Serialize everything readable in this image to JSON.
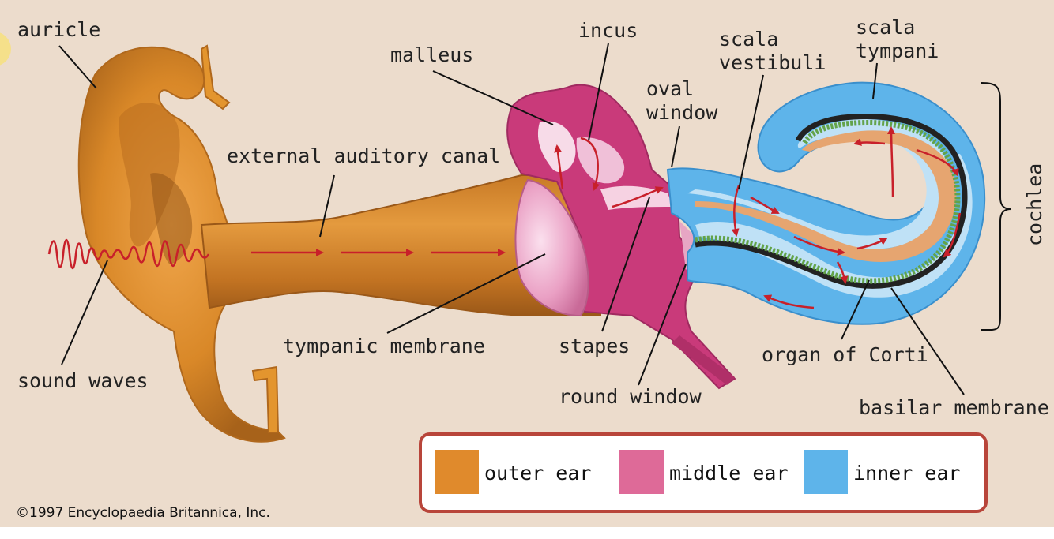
{
  "labels": {
    "auricle": "auricle",
    "external_auditory_canal": "external auditory canal",
    "sound_waves": "sound waves",
    "tympanic_membrane": "tympanic membrane",
    "malleus": "malleus",
    "incus": "incus",
    "stapes": "stapes",
    "oval_window_line1": "oval",
    "oval_window_line2": "window",
    "round_window": "round window",
    "scala_vestibuli_line1": "scala",
    "scala_vestibuli_line2": "vestibuli",
    "scala_tympani_line1": "scala",
    "scala_tympani_line2": "tympani",
    "cochlea": "cochlea",
    "organ_of_corti": "organ of Corti",
    "basilar_membrane": "basilar membrane"
  },
  "legend": {
    "items": [
      {
        "label": "outer ear",
        "color": "#e08a2c"
      },
      {
        "label": "middle ear",
        "color": "#de6a98"
      },
      {
        "label": "inner ear",
        "color": "#5eb4ea"
      }
    ]
  },
  "copyright": "©1997 Encyclopaedia Britannica, Inc.",
  "colors": {
    "background": "#ecdccc",
    "outer_ear": "#e08a2c",
    "middle_ear": "#c93a7a",
    "inner_ear": "#5eb4ea",
    "arrows": "#c8202a"
  }
}
